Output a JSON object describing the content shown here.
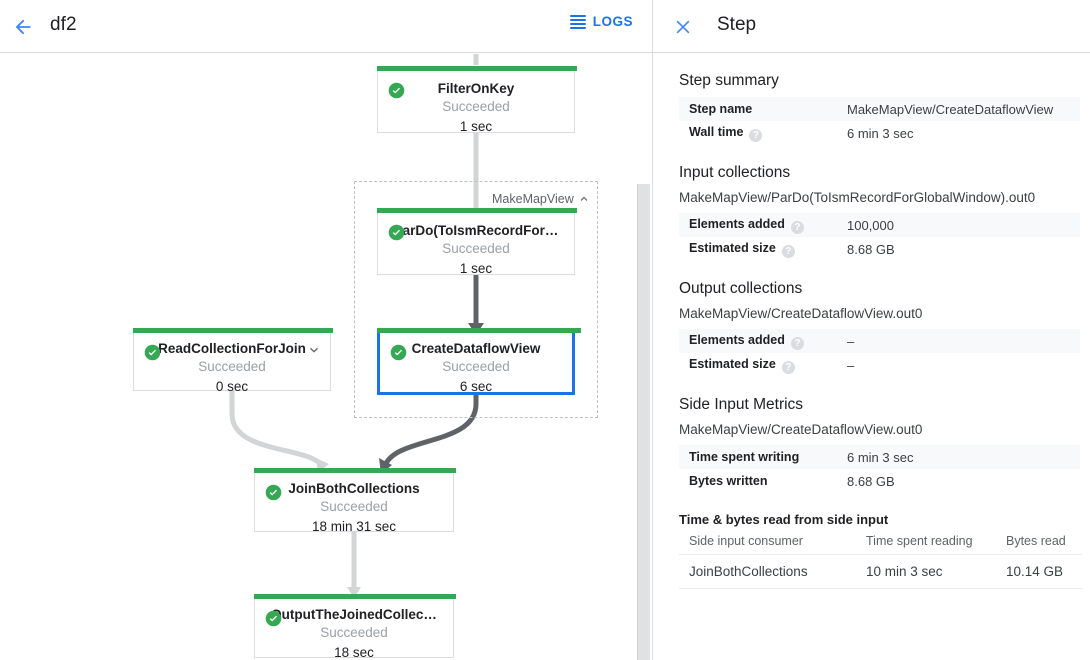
{
  "header": {
    "back_icon": "back-arrow-icon",
    "job_title": "df2",
    "logs_label": "LOGS",
    "logs_icon": "logs-hamburger-icon"
  },
  "graph": {
    "composite": {
      "label": "MakeMapView",
      "chevron_icon": "chevron-up-icon"
    },
    "nodes": [
      {
        "id": "filter-on-key",
        "name": "FilterOnKey",
        "state": "Succeeded",
        "duration": "1 sec",
        "status_icon": "check-circle-icon",
        "selected": false,
        "chevron": null
      },
      {
        "id": "pardo-toismrecordfor",
        "name": "ParDo(ToIsmRecordFor…",
        "state": "Succeeded",
        "duration": "1 sec",
        "status_icon": "check-circle-icon",
        "selected": false,
        "chevron": null
      },
      {
        "id": "create-dataflow-view",
        "name": "CreateDataflowView",
        "state": "Succeeded",
        "duration": "6 sec",
        "status_icon": "check-circle-icon",
        "selected": true,
        "chevron": null
      },
      {
        "id": "read-collection-for-join",
        "name": "ReadCollectionForJoin",
        "state": "Succeeded",
        "duration": "0 sec",
        "status_icon": "check-circle-icon",
        "selected": false,
        "chevron": "chevron-down-icon"
      },
      {
        "id": "join-both-collections",
        "name": "JoinBothCollections",
        "state": "Succeeded",
        "duration": "18 min 31 sec",
        "status_icon": "check-circle-icon",
        "selected": false,
        "chevron": null
      },
      {
        "id": "output-the-joined-collection",
        "name": "OutputTheJoinedCollec…",
        "state": "Succeeded",
        "duration": "18 sec",
        "status_icon": "check-circle-icon",
        "selected": false,
        "chevron": null
      }
    ],
    "colors": {
      "status_succeeded": "#34a853",
      "selected_border": "#1a73e8",
      "edge_light": "#d2d4d6",
      "edge_dark": "#5f6368"
    }
  },
  "detail": {
    "close_icon": "close-icon",
    "title": "Step",
    "step_summary": {
      "title": "Step summary",
      "rows": [
        {
          "key": "Step name",
          "value": "MakeMapView/CreateDataflowView",
          "help": false
        },
        {
          "key": "Wall time",
          "value": "6 min 3 sec",
          "help": true
        }
      ]
    },
    "input_collections": {
      "title": "Input collections",
      "collection": "MakeMapView/ParDo(ToIsmRecordForGlobalWindow).out0",
      "rows": [
        {
          "key": "Elements added",
          "value": "100,000",
          "help": true
        },
        {
          "key": "Estimated size",
          "value": "8.68 GB",
          "help": true
        }
      ]
    },
    "output_collections": {
      "title": "Output collections",
      "collection": "MakeMapView/CreateDataflowView.out0",
      "rows": [
        {
          "key": "Elements added",
          "value": "–",
          "help": true
        },
        {
          "key": "Estimated size",
          "value": "–",
          "help": true
        }
      ]
    },
    "side_input_metrics": {
      "title": "Side Input Metrics",
      "collection": "MakeMapView/CreateDataflowView.out0",
      "rows": [
        {
          "key": "Time spent writing",
          "value": "6 min 3 sec",
          "help": false
        },
        {
          "key": "Bytes written",
          "value": "8.68 GB",
          "help": false
        }
      ]
    },
    "side_input_reads": {
      "title": "Time & bytes read from side input",
      "columns": [
        "Side input consumer",
        "Time spent reading",
        "Bytes read"
      ],
      "rows": [
        {
          "consumer": "JoinBothCollections",
          "time": "10 min 3 sec",
          "bytes": "10.14 GB"
        }
      ]
    }
  }
}
